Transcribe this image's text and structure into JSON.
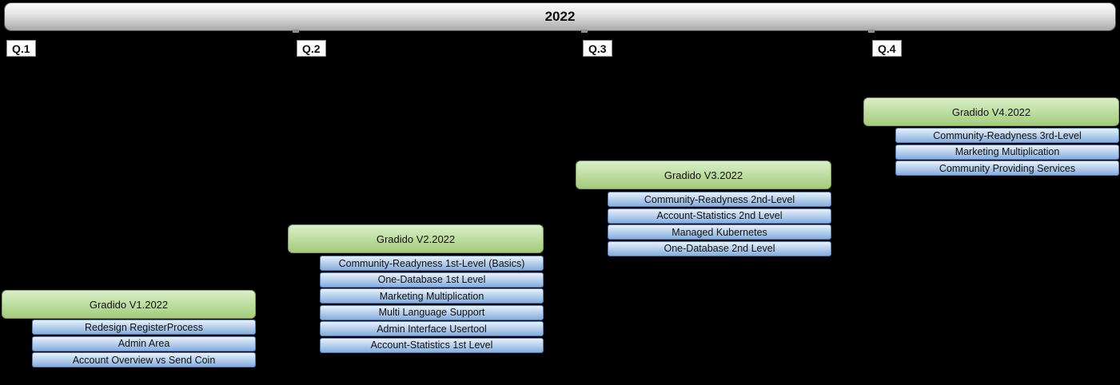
{
  "year": {
    "label": "2022"
  },
  "quarters": [
    {
      "label": "Q.1"
    },
    {
      "label": "Q.2"
    },
    {
      "label": "Q.3"
    },
    {
      "label": "Q.4"
    }
  ],
  "groups": [
    {
      "title": "Gradido V1.2022",
      "items": [
        "Redesign RegisterProcess",
        "Admin Area",
        "Account Overview vs Send Coin"
      ]
    },
    {
      "title": "Gradido V2.2022",
      "items": [
        "Community-Readyness 1st-Level (Basics)",
        "One-Database 1st Level",
        "Marketing Multiplication",
        "Multi Language Support",
        "Admin Interface Usertool",
        "Account-Statistics 1st Level"
      ]
    },
    {
      "title": "Gradido V3.2022",
      "items": [
        "Community-Readyness 2nd-Level",
        "Account-Statistics 2nd Level",
        "Managed Kubernetes",
        "One-Database 2nd Level"
      ]
    },
    {
      "title": "Gradido V4.2022",
      "items": [
        "Community-Readyness 3rd-Level",
        "Marketing Multiplication",
        "Community Providing Services"
      ]
    }
  ],
  "colors": {
    "background": "#000000",
    "year_bar_gradient_top": "#fbfbfb",
    "year_bar_gradient_bottom": "#a8a8a8",
    "version_box_gradient_top": "#d9efc8",
    "version_box_gradient_bottom": "#a3cc7b",
    "version_box_border": "#7e9e58",
    "feature_box_gradient_top": "#e8f1fb",
    "feature_box_gradient_bottom": "#86aedd",
    "feature_box_border": "#4d7cba"
  }
}
